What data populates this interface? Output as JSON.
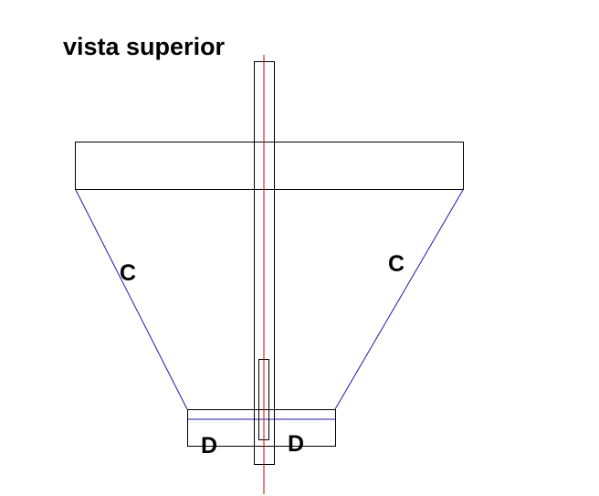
{
  "title": "vista superior",
  "labels": {
    "left_side": "C",
    "right_side": "C",
    "bottom_left": "D",
    "bottom_right": "D"
  },
  "colors": {
    "outline": "#000000",
    "slanted_edges": "#1a1aa8",
    "center_line": "#dd0000",
    "background": "#ffffff"
  }
}
